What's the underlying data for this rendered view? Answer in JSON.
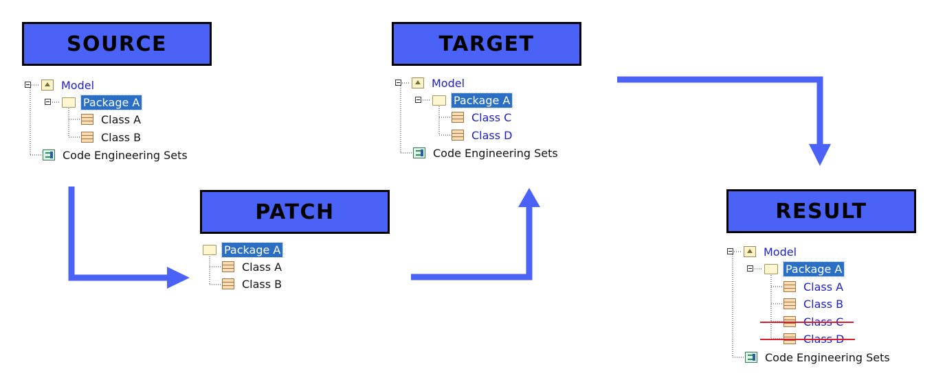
{
  "panels": {
    "source": {
      "title": "SOURCE",
      "model": "Model",
      "package": "Package A",
      "classes": [
        "Class A",
        "Class B"
      ],
      "code": "Code Engineering Sets"
    },
    "patch": {
      "title": "PATCH",
      "package": "Package A",
      "classes": [
        "Class A",
        "Class B"
      ]
    },
    "target": {
      "title": "TARGET",
      "model": "Model",
      "package": "Package A",
      "classes": [
        "Class C",
        "Class D"
      ],
      "code": "Code Engineering Sets"
    },
    "result": {
      "title": "RESULT",
      "model": "Model",
      "package": "Package A",
      "classes": [
        "Class A",
        "Class B"
      ],
      "removed_classes": [
        "Class C",
        "Class D"
      ],
      "code": "Code Engineering Sets"
    }
  },
  "colors": {
    "title_fill": "#4a62f5",
    "arrow": "#4a62f5",
    "selection": "#2b6fc4",
    "link_text": "#1c1cc8",
    "strike": "#d81b2b"
  }
}
